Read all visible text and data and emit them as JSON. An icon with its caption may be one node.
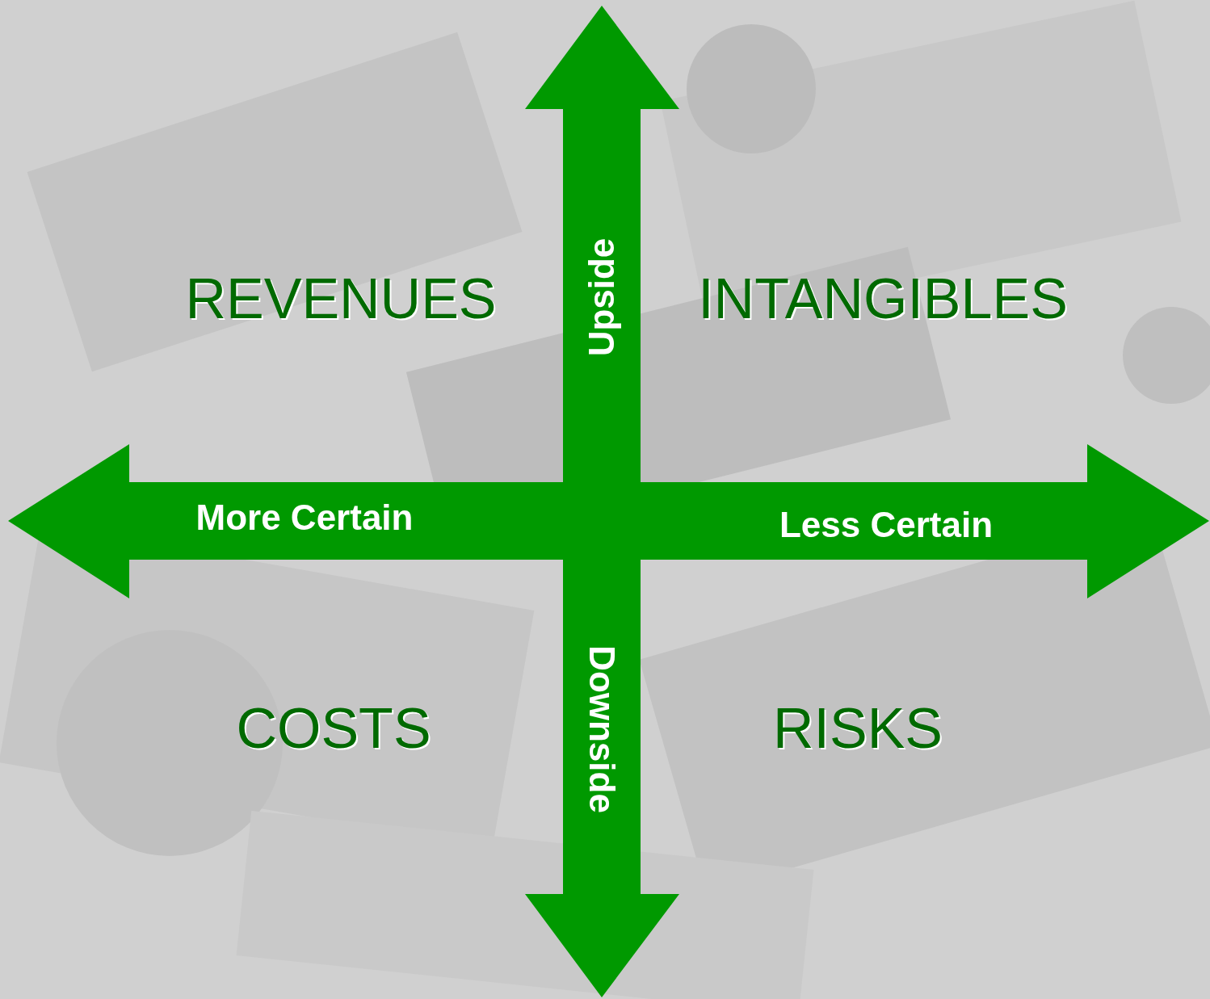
{
  "diagram": {
    "labels": [
      "REVENUES",
      "Upside",
      "INTANGIBLES",
      "More Certain",
      "Less Certain",
      "COSTS",
      "Downside",
      "RISKS"
    ]
  }
}
